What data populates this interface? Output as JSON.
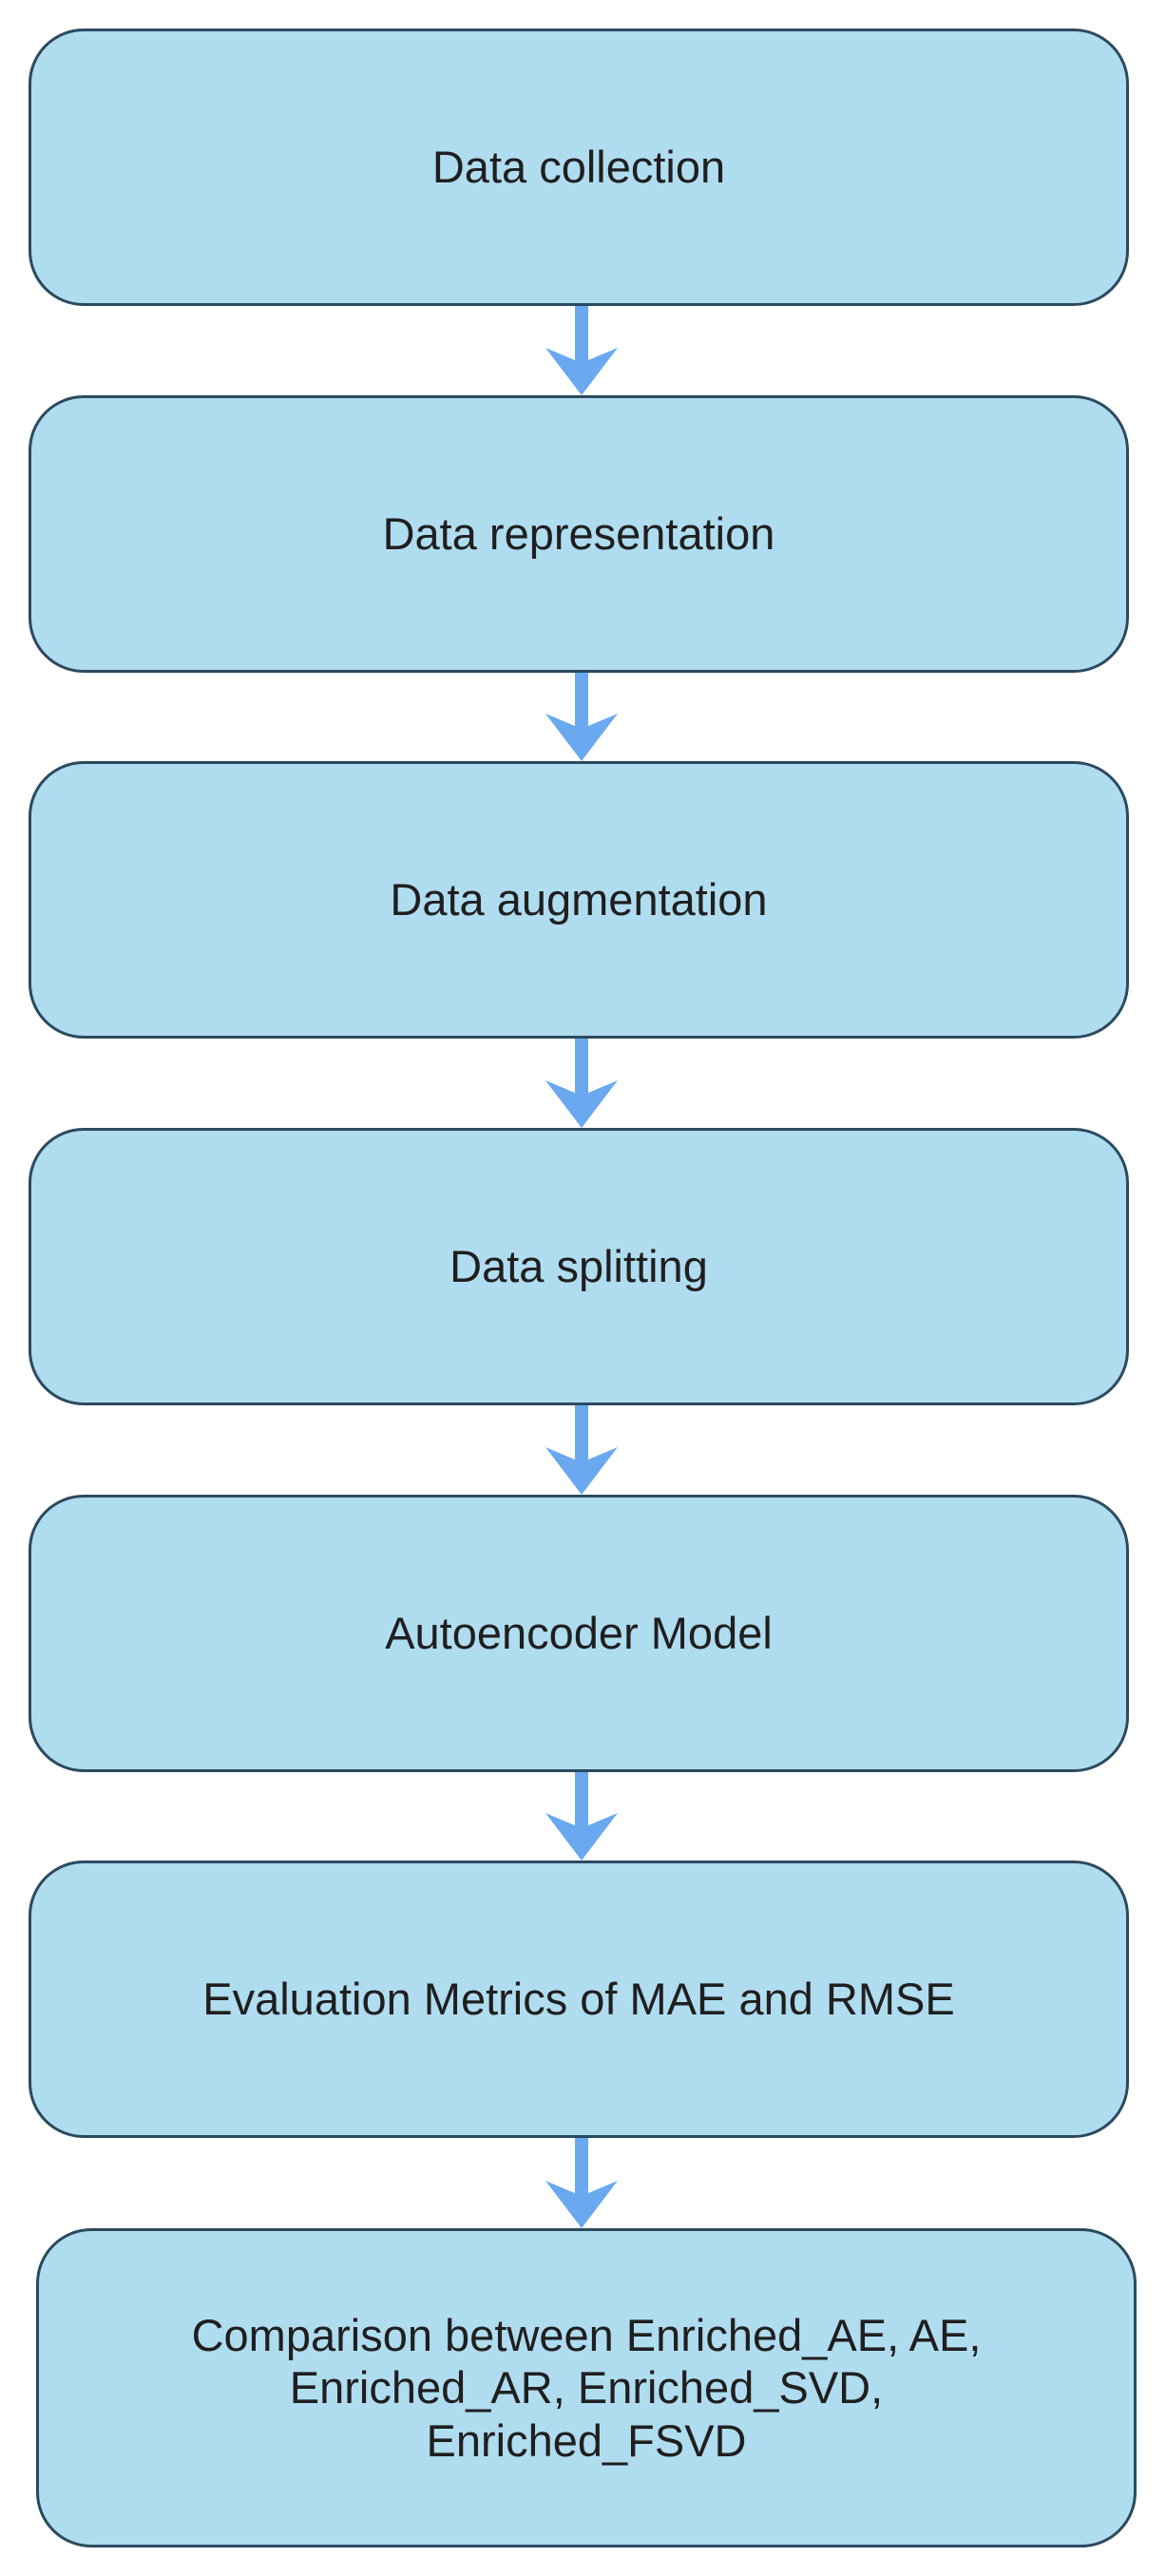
{
  "steps": [
    {
      "label": "Data collection"
    },
    {
      "label": "Data representation"
    },
    {
      "label": "Data augmentation"
    },
    {
      "label": "Data splitting"
    },
    {
      "label": "Autoencoder Model"
    },
    {
      "label": "Evaluation Metrics of MAE and RMSE"
    },
    {
      "label": "Comparison between Enriched_AE, AE,\nEnriched_AR, Enriched_SVD,\nEnriched_FSVD"
    }
  ],
  "colors": {
    "box_fill": "#b0dcf0",
    "box_border": "#2c4a5e",
    "arrow": "#6aa9ef",
    "text": "#1f1f1f"
  }
}
